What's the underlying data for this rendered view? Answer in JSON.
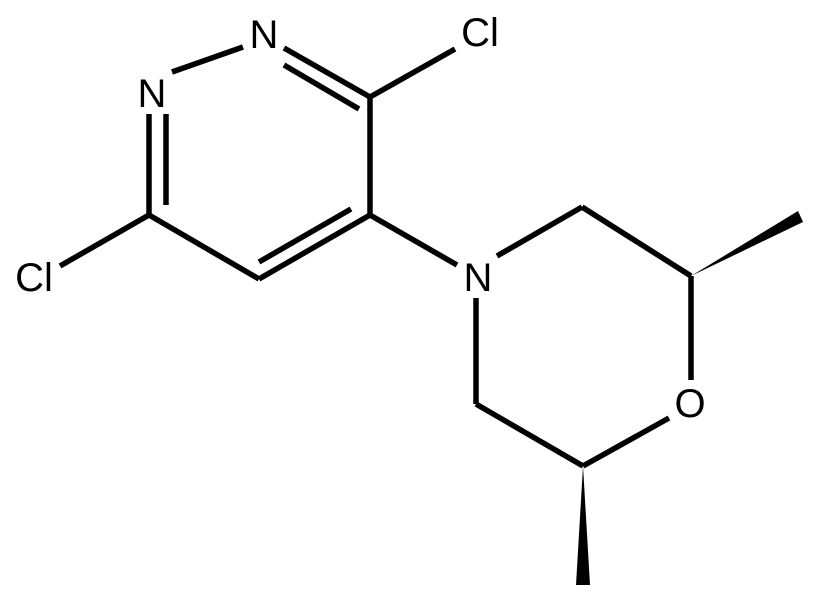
{
  "molecule": {
    "atoms": {
      "n1": "N",
      "n2": "N",
      "cl_top": "Cl",
      "cl_left": "Cl",
      "n_morpholine": "N",
      "o_morpholine": "O"
    }
  },
  "colors": {
    "bond": "#000000",
    "label": "#000000",
    "background": "#ffffff"
  }
}
